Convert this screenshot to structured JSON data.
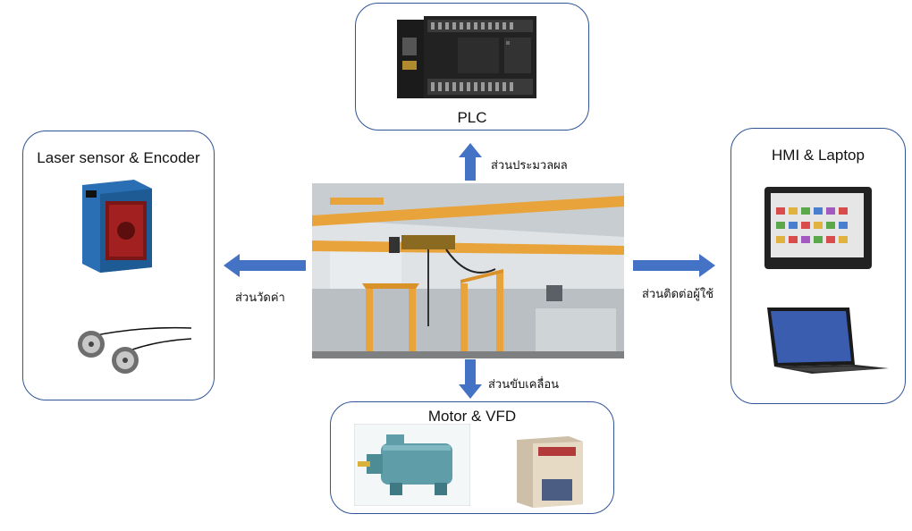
{
  "boxes": {
    "plc": {
      "title": "PLC"
    },
    "sensor": {
      "title": "Laser sensor & Encoder"
    },
    "hmi": {
      "title": "HMI & Laptop"
    },
    "motor": {
      "title": "Motor & VFD"
    }
  },
  "arrows": {
    "up": {
      "label": "ส่วนประมวลผล"
    },
    "left": {
      "label": "ส่วนวัดค่า"
    },
    "right": {
      "label": "ส่วนติดต่อผู้ใช้"
    },
    "down": {
      "label": "ส่วนขับเคลื่อน"
    }
  },
  "colors": {
    "arrow": "#4472c4",
    "box_border": "#2f5597",
    "crane_orange": "#e8a33a"
  }
}
